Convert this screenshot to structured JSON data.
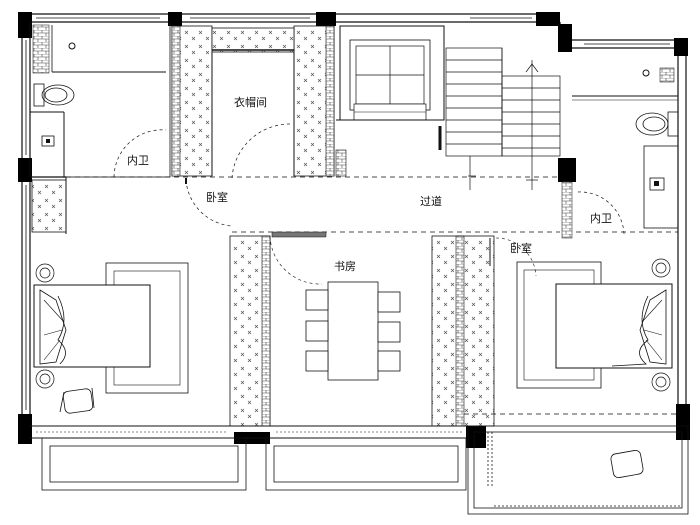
{
  "rooms": {
    "cloakroom": "衣帽间",
    "bath_left": "内卫",
    "bath_right": "内卫",
    "bedroom_left": "卧室",
    "bedroom_right": "卧室",
    "corridor": "过道",
    "study": "书房"
  },
  "icons": {
    "door": "door-swing-icon",
    "bed": "double-bed-icon",
    "toilet": "toilet-icon",
    "basin": "wash-basin-icon",
    "chair": "lounge-chair-icon",
    "lamp": "bedside-lamp-icon",
    "stair": "staircase-icon",
    "elevator": "elevator-icon",
    "desk": "desk-with-chairs-icon"
  }
}
